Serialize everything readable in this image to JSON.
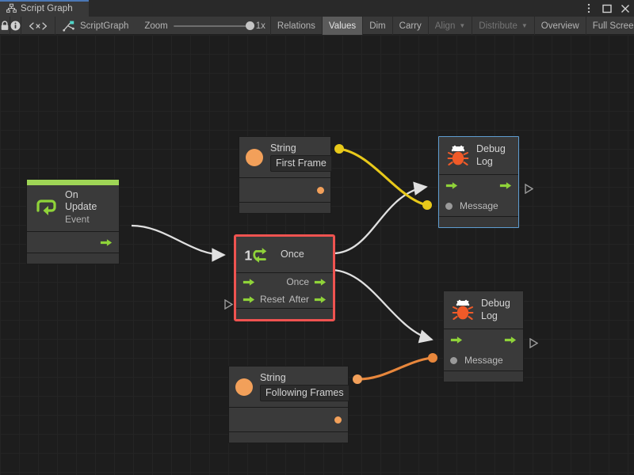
{
  "window": {
    "tab_label": "Script Graph",
    "tab_icon": "sitemap-icon",
    "controls": {
      "menu": "kebab-menu-icon",
      "maximize": "maximize-icon",
      "close": "close-icon"
    }
  },
  "toolbar": {
    "lock_icon": "lock-icon",
    "info_icon": "info-icon",
    "code_icon": "code-brackets-icon",
    "graph_icon": "script-graph-icon",
    "graph_name": "ScriptGraph",
    "zoom_label": "Zoom",
    "zoom_value": "1x",
    "zoom_percent": 100,
    "buttons": [
      {
        "label": "Relations",
        "active": false,
        "dim": false,
        "caret": false
      },
      {
        "label": "Values",
        "active": true,
        "dim": false,
        "caret": false
      },
      {
        "label": "Dim",
        "active": false,
        "dim": false,
        "caret": false
      },
      {
        "label": "Carry",
        "active": false,
        "dim": false,
        "caret": false
      },
      {
        "label": "Align",
        "active": false,
        "dim": true,
        "caret": true
      },
      {
        "label": "Distribute",
        "active": false,
        "dim": true,
        "caret": true
      },
      {
        "label": "Overview",
        "active": false,
        "dim": false,
        "caret": false
      },
      {
        "label": "Full Screen",
        "active": false,
        "dim": false,
        "caret": false
      }
    ]
  },
  "colors": {
    "accent_green": "#9fd556",
    "flow_green": "#8fd339",
    "selection_red": "#ef5350",
    "hover_blue": "#5f9dd1",
    "string_orange": "#f2a05a",
    "wire_yellow": "#e8c91a",
    "wire_white": "#e0e0e0",
    "canvas_bg": "#1d1d1d",
    "node_bg": "#3a3a3a"
  },
  "nodes": {
    "on_update": {
      "icon": "event-loop-icon",
      "title": "On Update",
      "subtitle": "Event",
      "out_flow": "flow-output-port"
    },
    "string_first": {
      "icon": "string-value-icon",
      "title": "String",
      "value": "First Frame",
      "out_port": "string-output-port"
    },
    "string_following": {
      "icon": "string-value-icon",
      "title": "String",
      "value": "Following Frames",
      "out_port": "string-output-port"
    },
    "once": {
      "icon": "once-counter-icon",
      "icon_number": "1",
      "title": "Once",
      "selected": true,
      "inputs": [
        {
          "label": ""
        },
        {
          "label": "Reset"
        }
      ],
      "outputs": [
        {
          "label": "Once"
        },
        {
          "label": "After"
        }
      ]
    },
    "debug_log_1": {
      "icon": "bug-icon",
      "title": "Debug",
      "subtitle": "Log",
      "message_label": "Message",
      "hovered": true
    },
    "debug_log_2": {
      "icon": "bug-icon",
      "title": "Debug",
      "subtitle": "Log",
      "message_label": "Message",
      "hovered": false
    }
  },
  "connections": [
    {
      "name": "on-update-to-once",
      "kind": "flow",
      "color": "#e0e0e0"
    },
    {
      "name": "once-out-to-debug-log-1",
      "kind": "flow",
      "color": "#e0e0e0"
    },
    {
      "name": "once-after-to-debug-log-2",
      "kind": "flow",
      "color": "#e0e0e0"
    },
    {
      "name": "string-first-to-debug-log-1",
      "kind": "value",
      "color": "#e8c91a"
    },
    {
      "name": "string-following-to-debug-2",
      "kind": "value",
      "color": "#e8873c"
    }
  ]
}
